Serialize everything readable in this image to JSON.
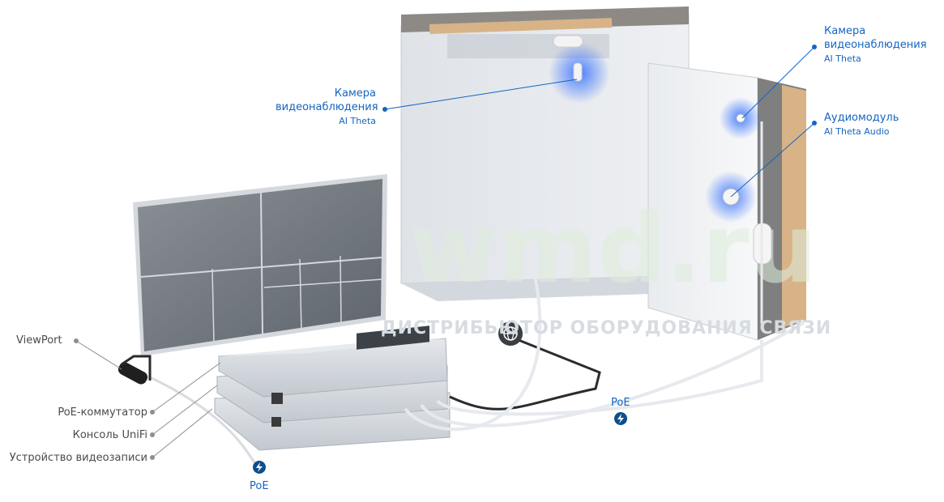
{
  "labels": {
    "viewport": "ViewPort",
    "poe_switch": "PoE-коммутатор",
    "console": "Консоль UniFi",
    "nvr": "Устройство видеозаписи",
    "camera_ceiling": {
      "line1": "Камера",
      "line2": "видеонаблюдения",
      "line3": "AI Theta"
    },
    "camera_wall": {
      "line1": "Камера",
      "line2": "видеонаблюдения",
      "line3": "AI Theta"
    },
    "audio": {
      "line1": "Аудиомодуль",
      "line2": "AI Theta Audio"
    },
    "poe_left": "PoE",
    "poe_right": "PoE"
  },
  "watermark": {
    "logo": "wmd.ru",
    "tagline": "ДИСТРИБЬЮТОР ОБОРУДОВАНИЯ СВЯЗИ"
  },
  "colors": {
    "accent": "#1565c0",
    "poe_badge": "#0d4f8b",
    "label": "#4a4a4a",
    "cable": "#2b2b2b"
  },
  "icons": {
    "poe": "lightning-bolt-icon",
    "internet": "globe-icon"
  }
}
